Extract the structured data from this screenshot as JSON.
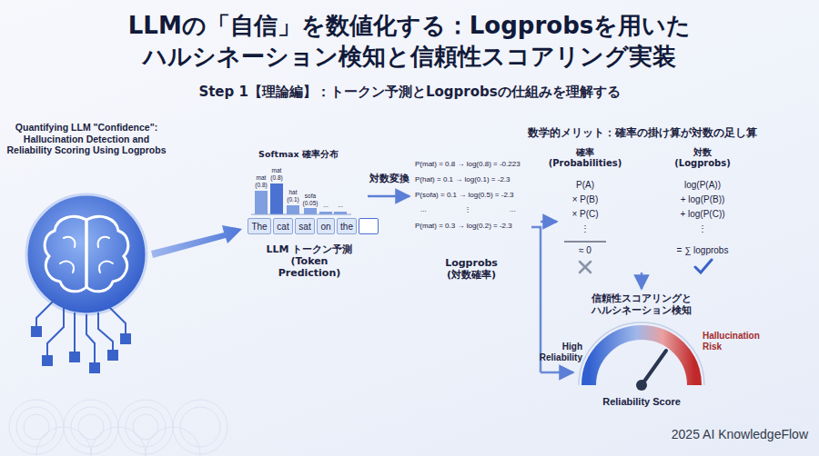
{
  "diagram": {
    "title": "LLMの「自信」を数値化する：Logprobsを用いた ハルシネーション検知と信頼性スコアリング実装",
    "nodes": [
      {
        "text": [
          "The"
        ]
      },
      {
        "text": [
          "cat"
        ]
      },
      {
        "text": [
          "sat"
        ]
      },
      {
        "text": [
          "on"
        ]
      },
      {
        "text": [
          "the"
        ]
      }
    ],
    "labels": [
      "Step 1【理論編】：トークン予測とLogprobsの仕組みを理解する",
      "Quantifying LLM \"Confidence\": Hallucination Detection and Reliability Scoring Using Logprobs",
      "Softmax 確率分布",
      "mat (0.8)",
      "mat (0.8)",
      "hat (0.1)",
      "sofa (0.05)",
      "...",
      "...",
      "LLM トークン予測 (Token Prediction)",
      "対数変換",
      "P(mat) = 0.8 → log(0.8) = -0.223",
      "P(hat) = 0.1 → log(0.1) = -2.3",
      "P(sofa) = 0.1 → log(0.5) = -2.3",
      "...",
      "⋮",
      "...",
      "P(mat) = 0.3 → log(0.2) = -2.3",
      "Logprobs (対数確率)",
      "数学的メリット：確率の掛け算が対数の足し算",
      "確率 (Probabilities)",
      "対数 (Logprobs)",
      "P(A)",
      "× P(B)",
      "× P(C)",
      "⋮",
      "≈ 0",
      "log(P(A))",
      "+ log(P(B))",
      "+ log(P(C))",
      "⋮",
      "= ∑ logprobs",
      "信頼性スコアリングと ハルシネーション検知",
      "High Reliability",
      "Hallucination Risk",
      "Reliability Score",
      "2025 AI KnowledgeFlow"
    ]
  }
}
